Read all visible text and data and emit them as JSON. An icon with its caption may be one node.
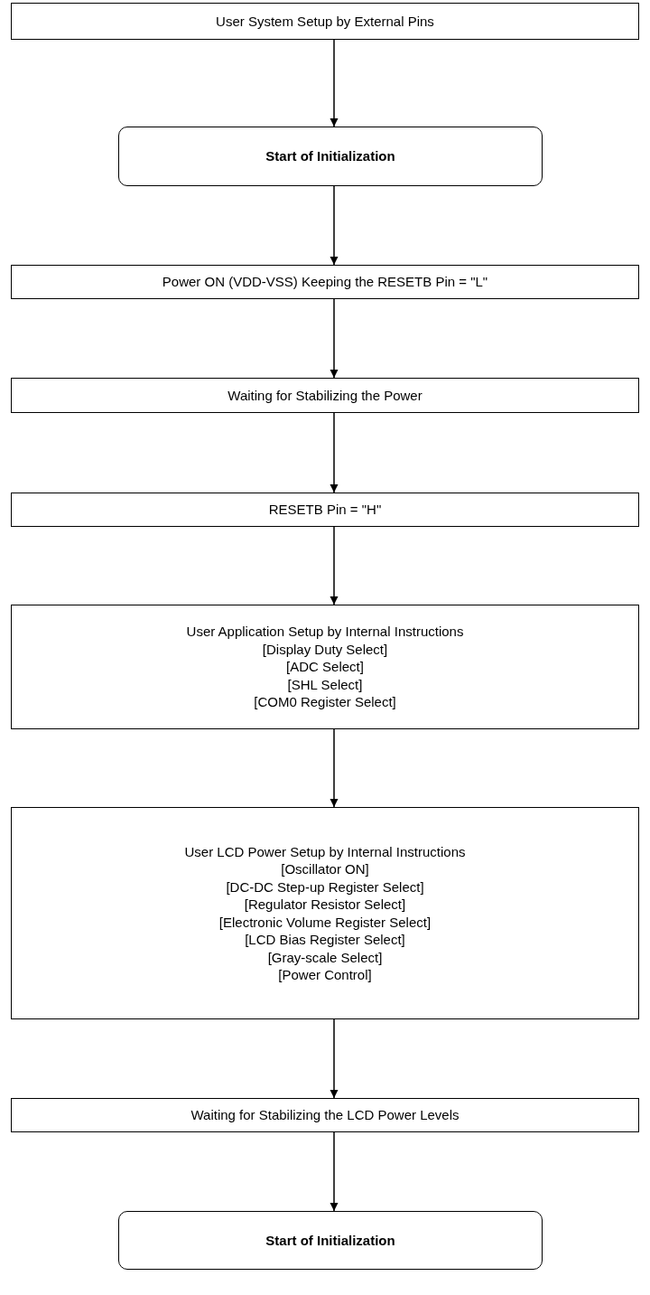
{
  "diagram": {
    "nodes": [
      {
        "text": [
          "User System Setup by External Pins"
        ]
      },
      {
        "text": [
          "Start of Initialization"
        ]
      },
      {
        "text": [
          "Power ON (VDD-VSS) Keeping the RESETB Pin = \"L\""
        ]
      },
      {
        "text": [
          "Waiting for Stabilizing the Power"
        ]
      },
      {
        "text": [
          "RESETB Pin = \"H\""
        ]
      },
      {
        "text": [
          "User Application Setup by Internal Instructions",
          "[Display Duty Select]",
          "[ADC Select]",
          "[SHL Select]",
          "[COM0 Register Select]"
        ]
      },
      {
        "text": [
          "User LCD Power Setup by Internal Instructions",
          "[Oscillator ON]",
          "[DC-DC Step-up Register Select]",
          "[Regulator Resistor Select]",
          "[Electronic Volume Register Select]",
          "[LCD Bias Register Select]",
          "[Gray-scale Select]",
          "[Power Control]"
        ]
      },
      {
        "text": [
          "Waiting for Stabilizing the LCD Power Levels"
        ]
      },
      {
        "text": [
          "Start of Initialization"
        ]
      }
    ],
    "edges": [
      {
        "from": 0,
        "to": 1,
        "arrow": "to"
      },
      {
        "from": 1,
        "to": 2,
        "arrow": "to"
      },
      {
        "from": 2,
        "to": 3,
        "arrow": "to"
      },
      {
        "from": 3,
        "to": 4,
        "arrow": "to"
      },
      {
        "from": 4,
        "to": 5,
        "arrow": "to"
      },
      {
        "from": 5,
        "to": 6,
        "arrow": "to"
      },
      {
        "from": 6,
        "to": 7,
        "arrow": "to"
      },
      {
        "from": 7,
        "to": 8,
        "arrow": "to"
      }
    ]
  }
}
